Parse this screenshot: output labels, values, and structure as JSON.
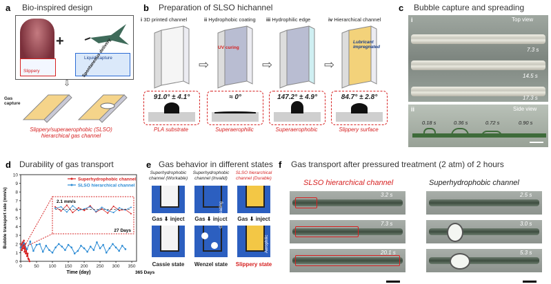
{
  "panels": {
    "a": {
      "letter": "a",
      "title": "Bio-inspired design",
      "slippery": "Slippery",
      "liquid": "Liquid capture",
      "gas_capture": "Gas capture",
      "spont": "Spontaneous delivery",
      "caption": "Slippery/superaerophobic (SLSO) hierarchical gas channel"
    },
    "b": {
      "letter": "b",
      "title": "Preparation of SLSO hichannel",
      "steps": [
        {
          "num": "i",
          "label": "3D printed channel",
          "angle": "91.0° ± 4.1°",
          "surface": "PLA substrate"
        },
        {
          "num": "ii",
          "label": "Hydrophobic coating",
          "angle": "≈ 0°",
          "surface": "Superaerophilic"
        },
        {
          "num": "iii",
          "label": "Hydrophilic edge",
          "angle": "147.2° ± 4.9°",
          "surface": "Superaerophobic"
        },
        {
          "num": "iv",
          "label": "Hierarchical channel",
          "angle": "84.7° ± 2.8°",
          "surface": "Slippery surface"
        }
      ],
      "uv": "UV curing",
      "lubricant": "Lubricant impregnated"
    },
    "c": {
      "letter": "c",
      "title": "Bubble capture and spreading",
      "sub_i": "i",
      "top_view": "Top view",
      "times_top": [
        "7.3 s",
        "14.5 s",
        "17.3 s"
      ],
      "sub_ii": "ii",
      "side_view": "Side view",
      "times_side": [
        "0.18 s",
        "0.36 s",
        "0.72 s",
        "0.90 s"
      ]
    },
    "d": {
      "letter": "d",
      "title": "Durability of gas transport",
      "inset_value": "2.1 mm/s",
      "inset_days": "27 Days",
      "end_label": "365 Days"
    },
    "e": {
      "letter": "e",
      "title": "Gas behavior in different states",
      "cols": [
        {
          "head": "Superhydrophobic channel (Workable)",
          "state": "Cassie state"
        },
        {
          "head": "Superhydrophobic channel (Invalid)",
          "state": "Wenzel state"
        },
        {
          "head": "SLSO hierarchical channel (Durable)",
          "state": "Slippery state"
        }
      ],
      "gas": "Gas",
      "inject": "inject",
      "gas_spreading": "Gas spreading",
      "aerophilic": "Aerophilic"
    },
    "f": {
      "letter": "f",
      "title": "Gas transport after pressured treatment (2 atm) of 2 hours",
      "left_head": "SLSO hierarchical channel",
      "right_head": "Superhydrophobic channel",
      "left_times": [
        "3.2 s",
        "7.3 s",
        "20.1 s"
      ],
      "right_times": [
        "2.5 s",
        "3.0 s",
        "5.3 s"
      ]
    }
  },
  "chart_data": {
    "type": "line",
    "title": "Durability of gas transport",
    "xlabel": "Time (day)",
    "ylabel": "Bubble transport rate (mm/s)",
    "xlim": [
      0,
      365
    ],
    "ylim": [
      0,
      10
    ],
    "xticks": [
      0,
      50,
      100,
      150,
      200,
      250,
      300,
      350
    ],
    "yticks": [
      0,
      1,
      2,
      3,
      4,
      5,
      6,
      7,
      8,
      9,
      10
    ],
    "legend_position": "top-right",
    "series": [
      {
        "name": "Superhydrophobic channel",
        "color": "#d62020",
        "x": [
          0,
          2,
          4,
          6,
          8,
          10,
          12,
          14,
          16,
          18,
          20,
          22,
          24,
          26,
          28
        ],
        "y": [
          1.6,
          2.0,
          1.3,
          2.2,
          1.5,
          2.4,
          1.1,
          2.0,
          0.9,
          1.4,
          0.6,
          0.9,
          0.3,
          0.2,
          0.0
        ]
      },
      {
        "name": "SLSO hierarchical channel",
        "color": "#2a8ad4",
        "x": [
          0,
          10,
          20,
          30,
          40,
          50,
          60,
          70,
          80,
          90,
          100,
          110,
          120,
          130,
          140,
          150,
          160,
          170,
          180,
          190,
          200,
          210,
          220,
          230,
          240,
          250,
          260,
          270,
          280,
          290,
          300,
          310,
          320,
          330
        ],
        "y": [
          1.6,
          2.1,
          1.4,
          2.3,
          1.2,
          1.9,
          2.0,
          1.1,
          1.8,
          1.3,
          1.0,
          1.6,
          2.0,
          1.7,
          1.3,
          1.9,
          1.6,
          0.9,
          1.2,
          1.8,
          1.5,
          1.1,
          1.7,
          1.3,
          2.2,
          1.5,
          1.9,
          1.0,
          1.5,
          2.0,
          1.6,
          1.2,
          1.8,
          1.4
        ]
      }
    ],
    "inset": {
      "xlim": [
        0,
        27
      ],
      "ylim": [
        0,
        6
      ],
      "red": [
        4.6,
        3.8,
        4.9,
        3.5,
        4.4,
        3.9,
        4.8,
        3.6,
        4.2,
        3.4,
        4.7,
        3.9,
        4.1,
        3.3
      ],
      "blue": [
        4.3,
        4.6,
        3.6,
        4.8,
        3.9,
        4.2,
        4.6,
        3.7,
        4.5,
        3.9,
        3.5,
        4.4,
        4.0,
        4.5
      ]
    }
  }
}
